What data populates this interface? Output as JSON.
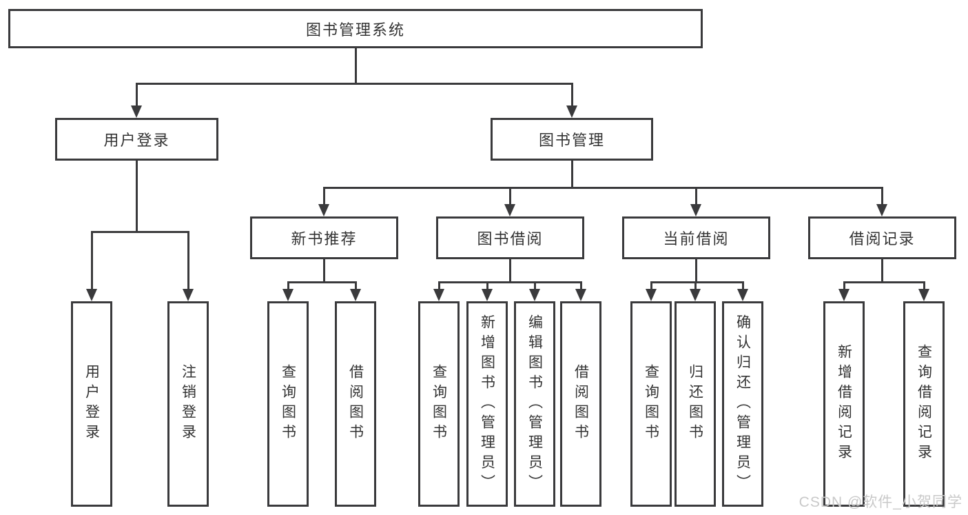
{
  "title": "图书管理系统",
  "nodes": {
    "root": {
      "label": "图书管理系统"
    },
    "user_login": {
      "label": "用户登录"
    },
    "book_management": {
      "label": "图书管理"
    },
    "new_book_recommend": {
      "label": "新书推荐"
    },
    "book_borrow": {
      "label": "图书借阅"
    },
    "current_borrow": {
      "label": "当前借阅"
    },
    "borrow_records": {
      "label": "借阅记录"
    },
    "leaf_user_login": {
      "label": "用户登录"
    },
    "leaf_logout": {
      "label": "注销登录"
    },
    "leaf_query_book_a": {
      "label": "查询图书"
    },
    "leaf_borrow_book_a": {
      "label": "借阅图书"
    },
    "leaf_query_book_b": {
      "label": "查询图书"
    },
    "leaf_add_book_admin": {
      "label": "新增图书（管理员）"
    },
    "leaf_edit_book_admin": {
      "label": "编辑图书（管理员）"
    },
    "leaf_borrow_book_b": {
      "label": "借阅图书"
    },
    "leaf_query_book_c": {
      "label": "查询图书"
    },
    "leaf_return_book": {
      "label": "归还图书"
    },
    "leaf_confirm_return_admin": {
      "label": "确认归还（管理员）"
    },
    "leaf_add_borrow_record": {
      "label": "新增借阅记录"
    },
    "leaf_query_borrow_record": {
      "label": "查询借阅记录"
    }
  },
  "watermark": {
    "text": "CSDN @软件_小贺同学"
  },
  "colors": {
    "line": "#3a3a3c",
    "text": "#333333",
    "background": "#ffffff",
    "watermark": "#c9c9c9"
  }
}
